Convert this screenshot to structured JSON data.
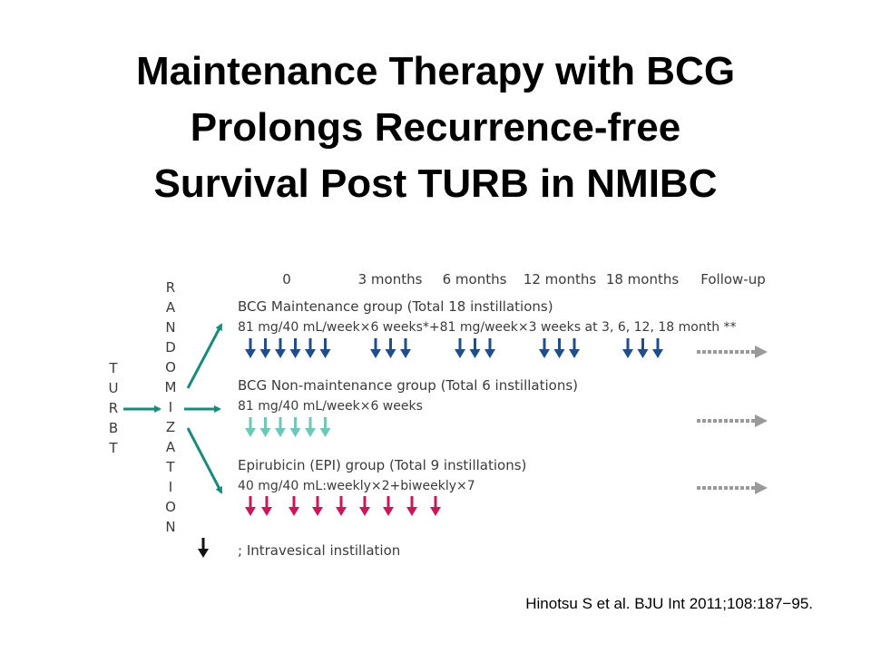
{
  "slide": {
    "title_lines": [
      "Maintenance Therapy with BCG",
      "Prolongs Recurrence-free",
      "Survival Post TURB in NMIBC"
    ],
    "citation": "Hinotsu S et al. BJU Int 2011;108:187−95."
  },
  "diagram": {
    "start_letters": [
      "T",
      "U",
      "R",
      "B",
      "T"
    ],
    "randomization_letters": [
      "R",
      "A",
      "N",
      "D",
      "O",
      "M",
      "I",
      "Z",
      "A",
      "T",
      "I",
      "O",
      "N"
    ],
    "timeline": [
      {
        "label": "0"
      },
      {
        "label": "3 months"
      },
      {
        "label": "6 months"
      },
      {
        "label": "12 months"
      },
      {
        "label": "18 months"
      },
      {
        "label": "Follow-up"
      }
    ],
    "groups": [
      {
        "name": "BCG Maintenance group (Total 18 instillations)",
        "regimen": "81 mg/40 mL/week×6 weeks*+81 mg/week×3 weeks at 3, 6, 12, 18 month **",
        "color": "#1f4e8c",
        "instillations": 18,
        "arrow_sets": [
          6,
          3,
          3,
          3,
          3
        ]
      },
      {
        "name": "BCG Non-maintenance group (Total 6 instillations)",
        "regimen": "81 mg/40 mL/week×6 weeks",
        "color": "#6ec8b8",
        "instillations": 6,
        "arrow_sets": [
          6
        ]
      },
      {
        "name": "Epirubicin (EPI) group (Total 9 instillations)",
        "regimen": "40 mg/40 mL:weekly×2+biweekly×7",
        "color": "#c8185a",
        "instillations": 9,
        "arrow_sets": [
          9
        ]
      }
    ],
    "flow_color": "#1a8a7a",
    "followup_color": "#9a9a9a",
    "legend": {
      "text": "; Intravesical instillation",
      "color": "#111111"
    }
  }
}
